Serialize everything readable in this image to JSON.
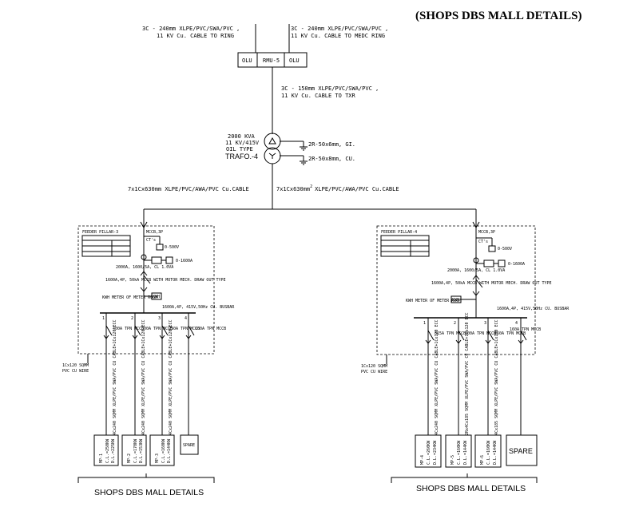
{
  "title": "(SHOPS DBS MALL DETAILS)",
  "ring": {
    "cable_left_1": "3C - 240mm  XLPE/PVC/SWA/PVC ,",
    "cable_left_2": "11 KV Cu. CABLE TO RING",
    "cable_right_1": "3C - 240mm  XLPE/PVC/SWA/PVC ,",
    "cable_right_2": "11 KV Cu. CABLE TO MEDC RING",
    "olu_left": "OLU",
    "rmu": "RMU-5",
    "olu_right": "OLU",
    "txr_cable_1": "3C - 150mm  XLPE/PVC/SWA/PVC ,",
    "txr_cable_2": "11 KV Cu. CABLE TO TXR"
  },
  "transformer": {
    "rating": "2000 KVA",
    "voltage": "11 KV/415V",
    "type": "OIL TYPE",
    "name": "TRAFO.-4",
    "earth_1": "2R-50x6mm, GI.",
    "earth_2": "2R-50x8mm, CU."
  },
  "lv_cables": {
    "left": "7x1Cx630mm  XLPE/PVC/AWA/PVC Cu.CABLE",
    "right": "7x1Cx630mm",
    "right_sup": "2",
    "right_rest": "XLPE/PVC/AWA/PVC Cu.CABLE"
  },
  "pillars": [
    {
      "title": "FEEDER PILLAR-3",
      "mccb": "MCCB,3P",
      "voltmeter": "0-500V",
      "ammeter": "0-1600A",
      "cts": "CT's",
      "breaker": "2000A, 1600/5A, CL 1.0VA",
      "acb": "1600A,4P, 50kA MCCB WITH MOTOR MECH. DRAW OUT TYPE",
      "kwh": "KWH METER OF METER ROOM",
      "kwh_box": "KWH",
      "busbar": "1600A,4P, 415V,50Hz CU. BUSBAR",
      "earth_wire": "1Cx120 SQMM",
      "earth_wire_2": "PVC CU WIRE",
      "feeders": [
        {
          "no": "1",
          "mccb": "400A TPN MCCB",
          "cable": "4Cx240 SQMM XLPE/PVC SWA/PVC CU CABLE+1Cx120 ECC",
          "db_1": "MP-1",
          "db_2": "C.L.=250KW",
          "db_3": "D.L.=225KW"
        },
        {
          "no": "2",
          "mccb": "300A TPN MCCB",
          "cable": "4Cx240 SQMM XLPE/PVC SWA/PVC CU CABLE+1Cx120 ECC",
          "db_1": "MP-2",
          "db_2": "C.L.=170KW",
          "db_3": "D.L.=153KW"
        },
        {
          "no": "3",
          "mccb": "250A TPN MCCB",
          "cable": "4Cx240 SQMM XLPE/PVC SWA/PVC CU CABLE+1Cx120 ECC",
          "db_1": "MP-3",
          "db_2": "C.L.=160KW",
          "db_3": "D.L.=144KW"
        },
        {
          "no": "4",
          "mccb": "160A TPN MCCB",
          "cable": "",
          "db_1": "SPARE",
          "db_2": "",
          "db_3": ""
        }
      ]
    },
    {
      "title": "FEEDER PILLAR-4",
      "mccb": "MCCB,3P",
      "voltmeter": "0-500V",
      "ammeter": "0-1600A",
      "cts": "CT's",
      "breaker": "2000A, 1600/5A, CL 1.0VA",
      "acb": "1600A,4P, 50kA MCCB WITH MOTOR MECH. DRAW OUT TYPE",
      "kwh": "KWH METER OF METER ROOM",
      "kwh_box": "KWH",
      "busbar": "1600A,4P, 415V,50Hz CU. BUSBAR",
      "earth_wire": "1Cx120 SQMM",
      "earth_wire_2": "PVC CU WIRE",
      "feeders": [
        {
          "no": "1",
          "mccb": "315A TPN MCCB",
          "cable": "4Cx240 SQMM XLPE/PVC SWA/PVC CU CABLE+1Cx120 ECC",
          "db_1": "MP-4",
          "db_2": "C.L.=260KW",
          "db_3": "D.L.=234KW"
        },
        {
          "no": "2",
          "mccb": "300A TPN MCCB",
          "cable": "2Rx4Cx185 SQMM XLPE/PVC SWA/PVC CU CABLE+1Cx120 ECC",
          "db_1": "MP-5",
          "db_2": "C.L.=160KW",
          "db_3": "D.L.=144KW"
        },
        {
          "no": "3",
          "mccb": "250A TPN MCCB",
          "cable": "4Cx185 SQMM XLPE/PVC SWA/PVC CU CABLE+1Cx120 ECC",
          "db_1": "MP-6",
          "db_2": "C.L.=160KW",
          "db_3": "D.L.=144KW"
        },
        {
          "no": "4",
          "mccb": "160A TPN MCCB",
          "cable": "",
          "db_1": "SPARE",
          "db_2": "",
          "db_3": ""
        }
      ]
    }
  ],
  "captions": {
    "left": "SHOPS DBS MALL DETAILS",
    "right": "SHOPS DBS MALL DETAILS"
  }
}
